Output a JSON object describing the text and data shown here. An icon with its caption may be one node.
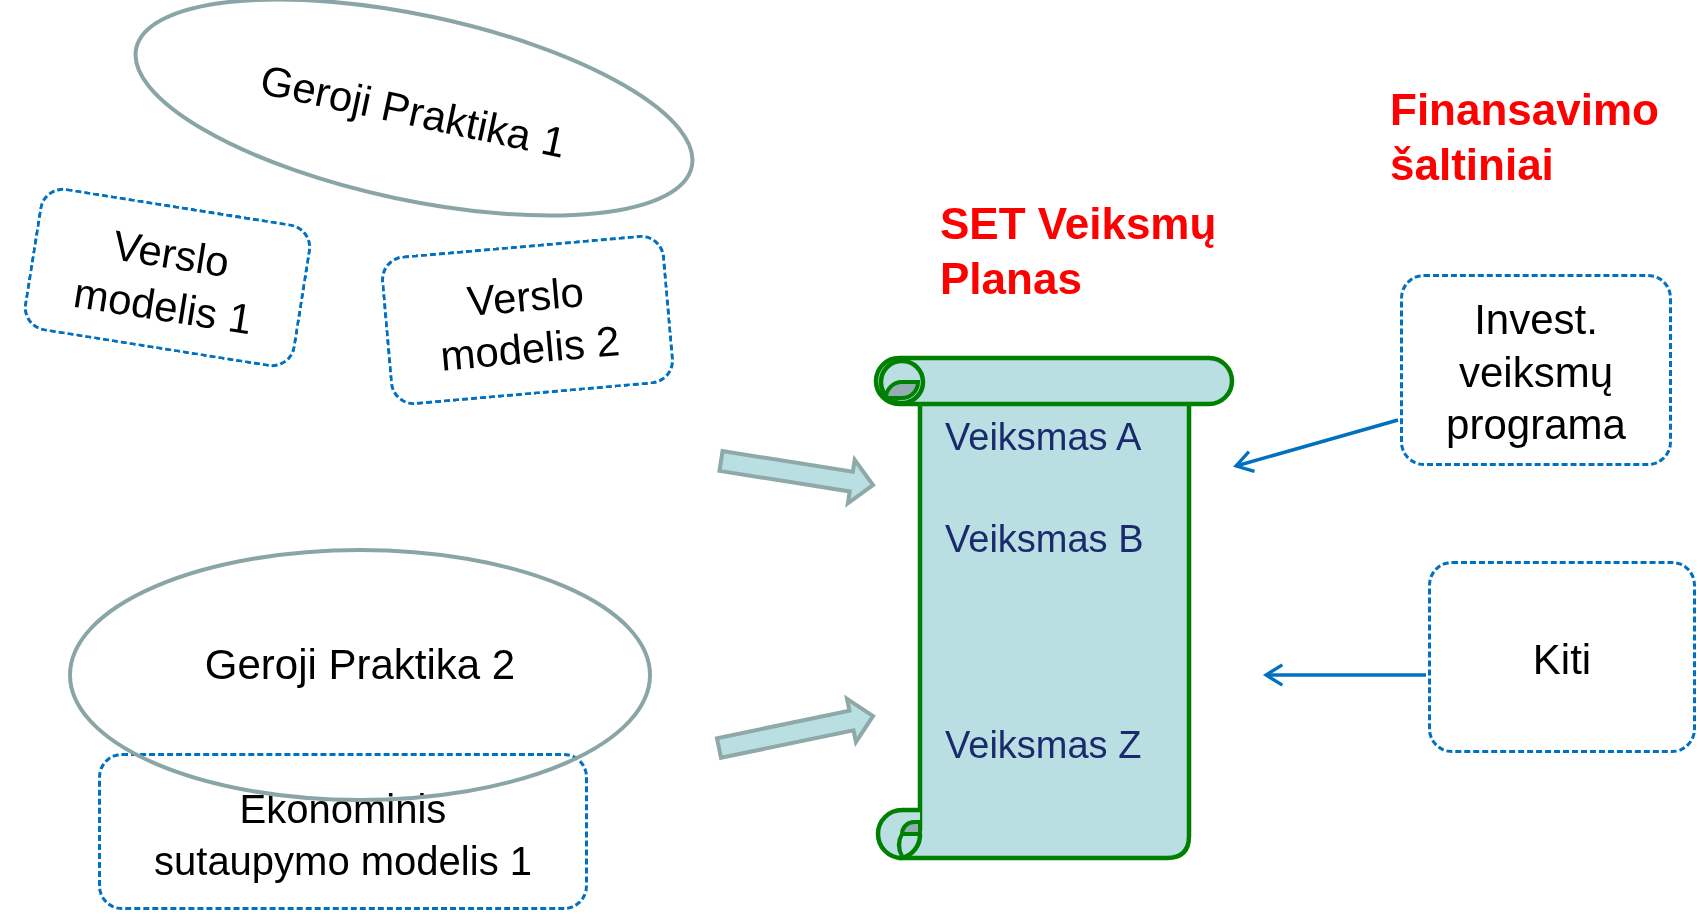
{
  "diagram": {
    "nodes": [
      {
        "text": [
          "Geroji Praktika 1"
        ]
      },
      {
        "text": [
          "Verslo modelis 1"
        ]
      },
      {
        "text": [
          "Verslo modelis 2"
        ]
      },
      {
        "text": [
          "Geroji Praktika 2"
        ]
      },
      {
        "text": [
          "Ekonominis sutaupymo modelis 1"
        ]
      },
      {
        "text": [
          "SET Veiksmų Planas",
          "Veiksmas A",
          "Veiksmas B",
          "Veiksmas Z"
        ]
      },
      {
        "text": [
          "Invest. veiksmų programa"
        ]
      },
      {
        "text": [
          "Kiti"
        ]
      }
    ],
    "edges": [
      {
        "from": null,
        "to": 5,
        "arrow": "to",
        "style": "thick",
        "color": "#8fa8a8"
      },
      {
        "from": null,
        "to": 5,
        "arrow": "to",
        "style": "thick",
        "color": "#8fa8a8"
      },
      {
        "from": 6,
        "to": 5,
        "arrow": "to"
      },
      {
        "from": 7,
        "to": 5,
        "arrow": "to"
      }
    ],
    "labels": [
      "Finansavimo šaltiniai"
    ]
  }
}
